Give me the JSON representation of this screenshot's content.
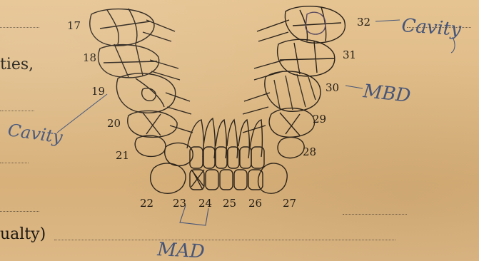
{
  "form_text": {
    "line_cavities": "ties,",
    "line_casualty": "ualty)"
  },
  "tooth_numbers": [
    "17",
    "18",
    "19",
    "20",
    "21",
    "22",
    "23",
    "24",
    "25",
    "26",
    "27",
    "28",
    "29",
    "30",
    "31",
    "32"
  ],
  "annotations": {
    "cavity_left": "Cavity",
    "cavity_right": "Cavity",
    "mbd": "MBD",
    "mad": "MAD"
  },
  "colors": {
    "paper": "#ddb985",
    "ink": "#1f1a14",
    "pencil": "#45557a"
  }
}
